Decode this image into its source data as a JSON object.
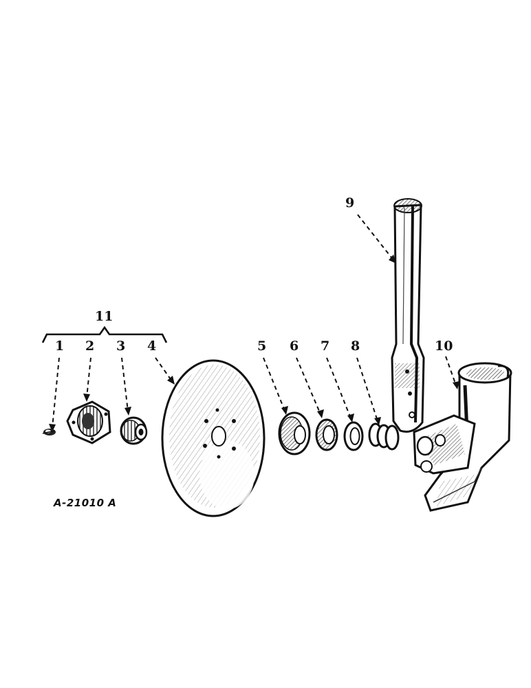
{
  "figure_code": "A-21010 A",
  "callouts": [
    {
      "id": "1",
      "label": "1"
    },
    {
      "id": "2",
      "label": "2"
    },
    {
      "id": "3",
      "label": "3"
    },
    {
      "id": "4",
      "label": "4"
    },
    {
      "id": "5",
      "label": "5"
    },
    {
      "id": "6",
      "label": "6"
    },
    {
      "id": "7",
      "label": "7"
    },
    {
      "id": "8",
      "label": "8"
    },
    {
      "id": "9",
      "label": "9"
    },
    {
      "id": "10",
      "label": "10"
    },
    {
      "id": "11",
      "label": "11"
    }
  ],
  "colors": {
    "ink": "#111111",
    "paper": "#ffffff",
    "shade": "#555555"
  }
}
